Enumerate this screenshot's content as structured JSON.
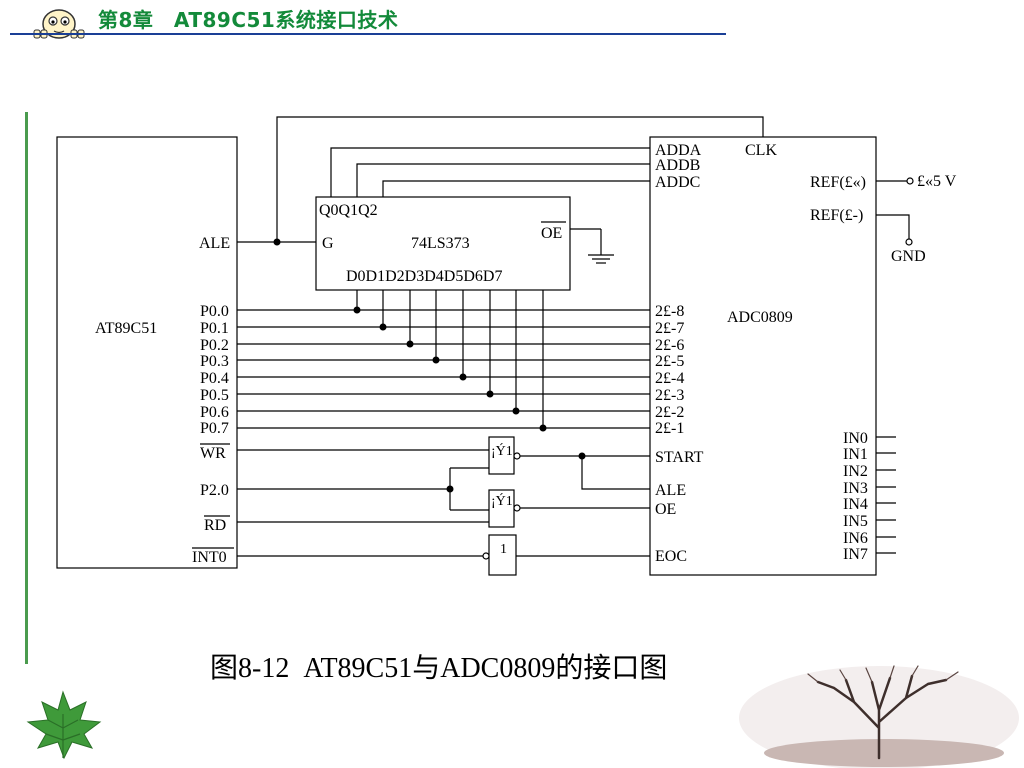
{
  "header": {
    "title": "第8章　AT89C51系统接口技术"
  },
  "caption": "图8-12  AT89C51与ADC0809的接口图",
  "colors": {
    "header_text": "#138a3a",
    "header_rule": "#1a3f96",
    "side_bar": "#4a9b4e"
  },
  "icons": {
    "header": "cartoon-face-icon",
    "leaf": "maple-leaf-icon",
    "tree": "bare-tree-icon"
  },
  "diagram": {
    "mcu": {
      "name": "AT89C51",
      "pins": {
        "ale": "ALE",
        "p0": [
          "P0.0",
          "P0.1",
          "P0.2",
          "P0.3",
          "P0.4",
          "P0.5",
          "P0.6",
          "P0.7"
        ],
        "wr": "WR",
        "p20": "P2.0",
        "rd": "RD",
        "int0": "INT0"
      }
    },
    "latch": {
      "name": "74LS373",
      "q_pins": "Q0Q1Q2",
      "g_pin": "G",
      "oe_pin": "OE",
      "d_pins": "D0D1D2D3D4D5D6D7"
    },
    "adc": {
      "name": "ADC0809",
      "pins": {
        "adda": "ADDA",
        "addb": "ADDB",
        "addc": "ADDC",
        "clk": "CLK",
        "ref_plus": "REF(£«)",
        "ref_minus": "REF(£-)",
        "vref": "£«5 V",
        "gnd": "GND",
        "start": "START",
        "ale": "ALE",
        "oe": "OE",
        "eoc": "EOC"
      },
      "data_bits": [
        "2£-8",
        "2£-7",
        "2£-6",
        "2£-5",
        "2£-4",
        "2£-3",
        "2£-2",
        "2£-1"
      ],
      "inputs": [
        "IN0",
        "IN1",
        "IN2",
        "IN3",
        "IN4",
        "IN5",
        "IN6",
        "IN7"
      ]
    },
    "gates": {
      "nor_symbol": "¡Ý1",
      "not_symbol": "1"
    }
  }
}
